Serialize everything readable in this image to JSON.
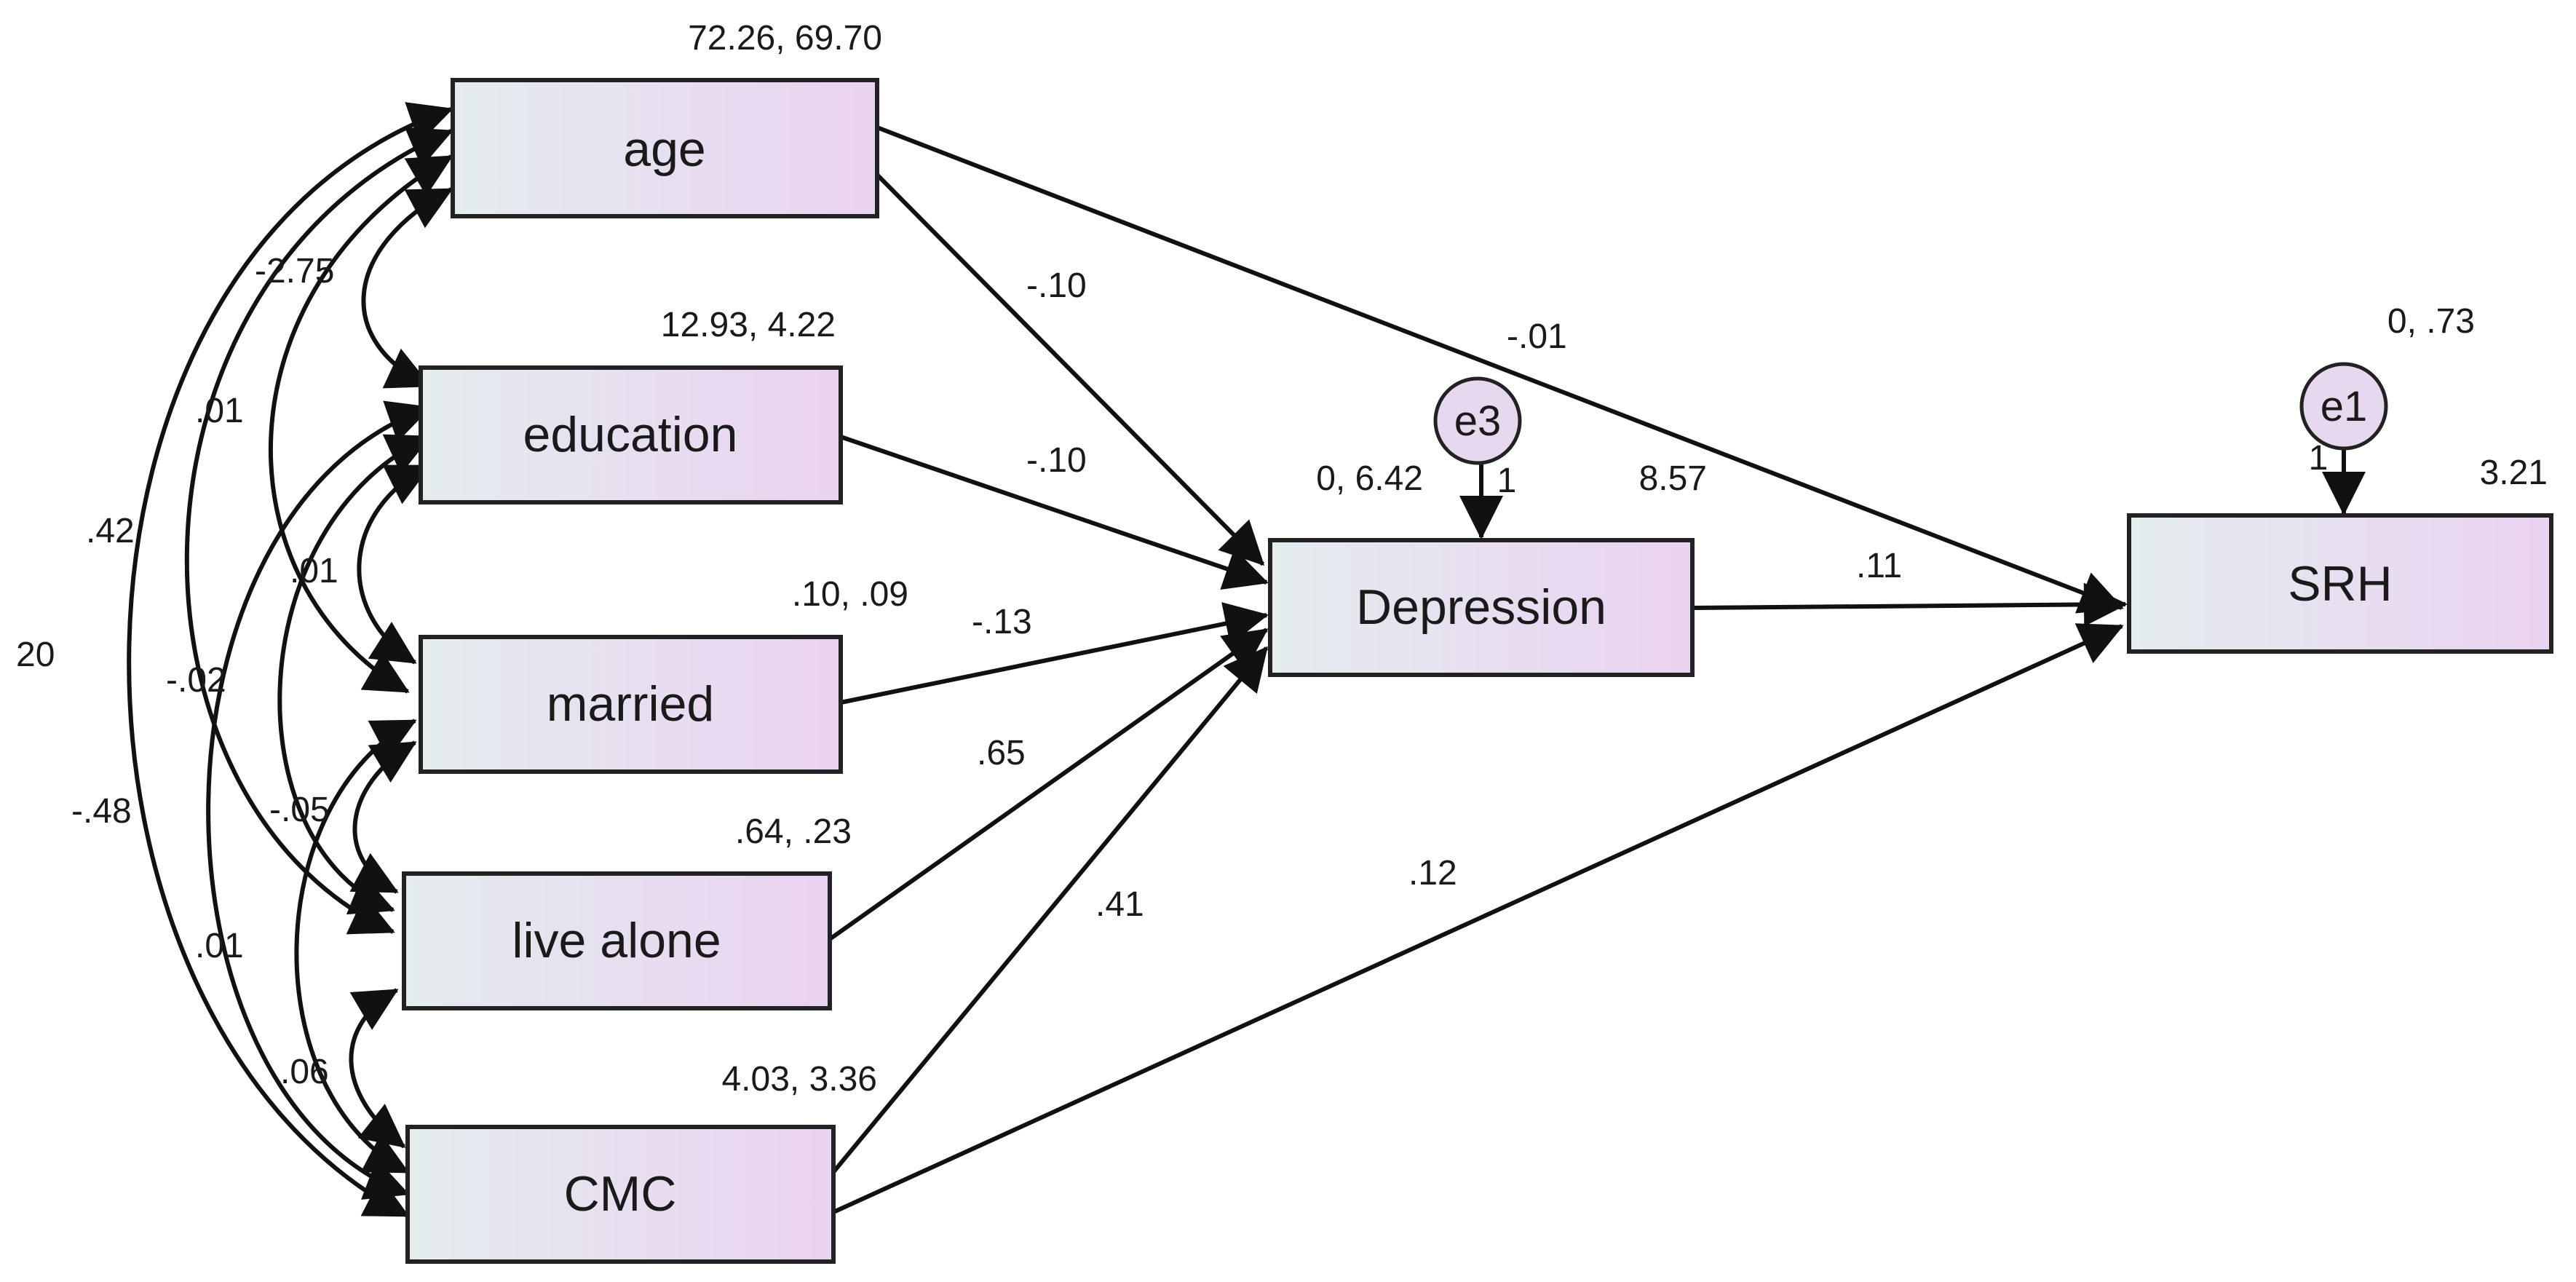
{
  "diagram": {
    "nodes": {
      "age": {
        "label": "age",
        "estimate": "72.26, 69.70"
      },
      "education": {
        "label": "education",
        "estimate": "12.93, 4.22"
      },
      "married": {
        "label": "married",
        "estimate": ".10, .09"
      },
      "live_alone": {
        "label": "live alone",
        "estimate": ".64, .23"
      },
      "cmc": {
        "label": "CMC",
        "estimate": "4.03, 3.36"
      },
      "depression": {
        "label": "Depression",
        "estimate_left": "0, 6.42",
        "estimate_right": "8.57"
      },
      "srh": {
        "label": "SRH",
        "estimate": "3.21"
      }
    },
    "errors": {
      "e3": {
        "label": "e3",
        "weight": "1"
      },
      "e1": {
        "label": "e1",
        "weight": "1",
        "estimate": "0, .73"
      }
    },
    "paths": {
      "age_depression": "-.10",
      "age_srh": "-.01",
      "education_depression": "-.10",
      "married_depression": "-.13",
      "live_alone_depression": ".65",
      "cmc_depression": ".41",
      "cmc_srh": ".12",
      "depression_srh": ".11"
    },
    "covariances": {
      "age_education": "-2.75",
      "age_married": ".01",
      "age_live_alone": ".42",
      "age_cmc": "20",
      "education_married": ".01",
      "education_live_alone": "-.02",
      "education_cmc": "-.48",
      "married_live_alone": "-.05",
      "married_cmc": ".01",
      "live_alone_cmc": ".06"
    }
  }
}
